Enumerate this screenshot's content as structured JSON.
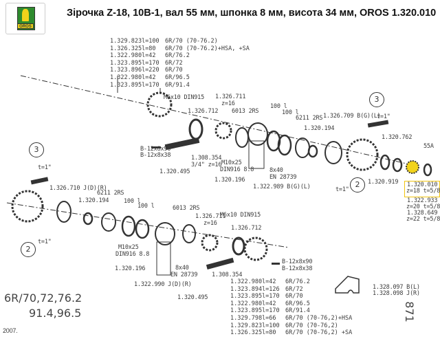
{
  "title": "Зірочка Z-18, 10B-1, вал 55 мм, шпонка 8 мм, висота 34 мм, OROS 1.320.010",
  "logo_text": "OROS",
  "top_table": [
    {
      "code": "1.329.823",
      "l": "l=100",
      "spec": "6R/70 (70-76.2)"
    },
    {
      "code": "1.326.325",
      "l": "l=80",
      "spec": "6R/70 (70-76.2)+HSA, +SA"
    },
    {
      "code": "1.322.980",
      "l": "l=42",
      "spec": "6R/76.2"
    },
    {
      "code": "1.323.895",
      "l": "l=170",
      "spec": "6R/72"
    },
    {
      "code": "1.323.896",
      "l": "l=220",
      "spec": "6R/70"
    },
    {
      "code": "1.322.980",
      "l": "l=42",
      "spec": "6R/96.5"
    },
    {
      "code": "1.323.895",
      "l": "l=170",
      "spec": "6R/91.4"
    }
  ],
  "bottom_table": [
    {
      "code": "1.322.980",
      "l": "l=42",
      "spec": "6R/76.2"
    },
    {
      "code": "1.323.894",
      "l": "l=126",
      "spec": "6R/72"
    },
    {
      "code": "1.323.895",
      "l": "l=170",
      "spec": "6R/70"
    },
    {
      "code": "1.322.980",
      "l": "l=42",
      "spec": "6R/96.5"
    },
    {
      "code": "1.323.895",
      "l": "l=170",
      "spec": "6R/91.4"
    },
    {
      "code": "1.329.798",
      "l": "l=66",
      "spec": "6R/70 (70-76,2)+HSA"
    },
    {
      "code": "1.329.823",
      "l": "l=100",
      "spec": "6R/70 (70-76,2)"
    },
    {
      "code": "1.326.325",
      "l": "l=80",
      "spec": "6R/70 (70-76,2) +SA"
    }
  ],
  "labels": {
    "m6_top": "M6x10 DIN915",
    "p711_top": "1.326.711",
    "z16_top": "z=16",
    "p712_top": "1.326.712",
    "b6013_top": "6013 2RS",
    "r100a_top": "100 l",
    "r100b_top": "100 l",
    "b6211_top": "6211 2RS",
    "p709": "1.326.709 B(G)(L)",
    "p194_top": "1.320.194",
    "t1_top_right": "t=1\"",
    "key90_top": "B-12x8x90",
    "key38_top": "B-12x8x38",
    "p354_top": "1.308.354",
    "chain_top": "3/4\" z=16",
    "m10_top": "M10x25",
    "din916_top": "DIN916 8.8",
    "p495_top": "1.320.495",
    "p196_top": "1.320.196",
    "pin_top": "8x40",
    "en_top": "EN 28739",
    "p989": "1.322.989 B(G)(L)",
    "p762": "1.320.762",
    "s55a": "55A",
    "p919": "1.320.919",
    "t1_mid": "t=1\"",
    "p010": "1.320.010",
    "p010_spec": "z=18 t=5/8\"",
    "p933": "1.322.933",
    "p933_spec": "z=20 t=5/8\"",
    "p649": "1.328.649",
    "p649_spec": "z=22 t=5/8\"",
    "t1_left": "t=1\"",
    "p710": "1.326.710 J(D)(R)",
    "p194_bot": "1.320.194",
    "b6211_bot": "6211 2RS",
    "r100a_bot": "100 l",
    "r100b_bot": "100 l",
    "b6013_bot": "6013 2RS",
    "p711_bot": "1.326.711",
    "z16_bot": "z=16",
    "m6_bot": "M6x10 DIN915",
    "p712_bot": "1.326.712",
    "t1_left_low": "t=1\"",
    "m10_bot": "M10x25",
    "din916_bot": "DIN916 8.8",
    "p196_bot": "1.320.196",
    "pin_bot": "8x40",
    "en_bot": "EN 28739",
    "p990": "1.322.990 J(D)(R)",
    "p354_bot": "1.308.354",
    "p495_bot": "1.320.495",
    "key90_bot": "B-12x8x90",
    "key38_bot": "B-12x8x38",
    "p097": "1.328.097 B(L)",
    "p098": "1.328.098 J(R)",
    "callout_3a": "3",
    "callout_2a": "2",
    "callout_3b": "3",
    "callout_2b": "2"
  },
  "chain_sizes_line1": "6R/70,72,76.2",
  "chain_sizes_line2": "91.4,96.5",
  "page_number": "871",
  "year": "2007.",
  "highlight_color": "#f1c40f"
}
